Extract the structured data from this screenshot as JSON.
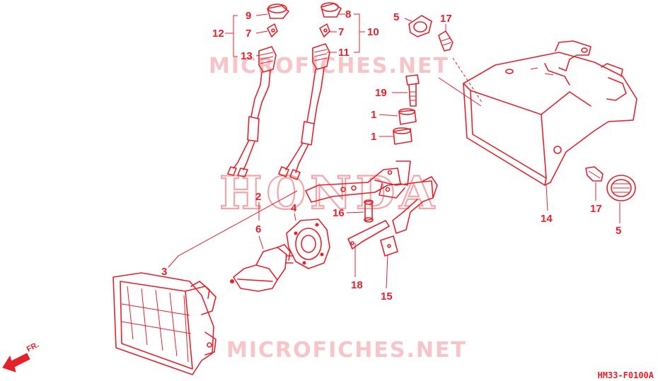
{
  "watermarks": {
    "brand": "HONDA",
    "site_top": "MICROFICHES.NET",
    "site_bottom": "MICROFICHES.NET"
  },
  "diagram_code": "HM33-F0100A",
  "direction_label": "FR.",
  "callouts": {
    "c1": "9",
    "c2": "12",
    "c3": "7",
    "c4": "13",
    "c5": "8",
    "c6": "7",
    "c7": "10",
    "c8": "11",
    "c9": "5",
    "c10": "17",
    "c11": "19",
    "c12": "1",
    "c13": "1",
    "c14": "2",
    "c15": "6",
    "c16": "4",
    "c17": "3",
    "c18": "16",
    "c19": "18",
    "c20": "15",
    "c21": "14",
    "c22": "17",
    "c23": "5"
  },
  "colors": {
    "line": "#e8202a",
    "watermark": "#f4a7ab"
  }
}
